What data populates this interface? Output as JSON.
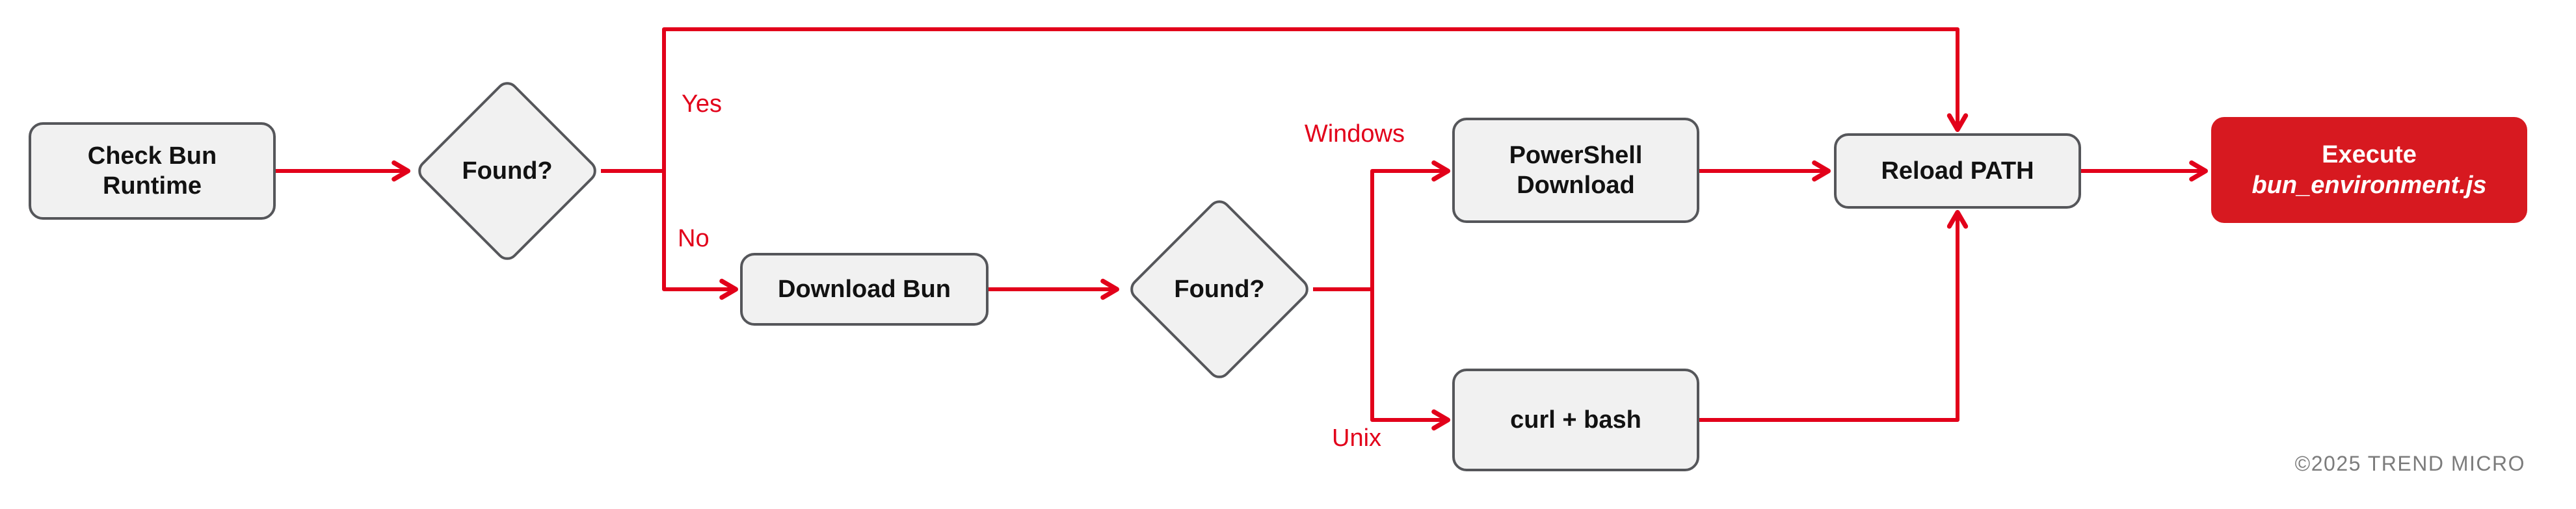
{
  "flowchart": {
    "nodes": {
      "check_bun_runtime": {
        "line1": "Check Bun",
        "line2": "Runtime"
      },
      "found_1": {
        "label": "Found?"
      },
      "download_bun": {
        "label": "Download Bun"
      },
      "found_2": {
        "label": "Found?"
      },
      "powershell_download": {
        "line1": "PowerShell",
        "line2": "Download"
      },
      "curl_bash": {
        "label": "curl + bash"
      },
      "reload_path": {
        "label": "Reload PATH"
      },
      "execute": {
        "line1": "Execute",
        "line2": "bun_environment.js"
      }
    },
    "edge_labels": {
      "yes": "Yes",
      "no": "No",
      "windows": "Windows",
      "unix": "Unix"
    },
    "footer": {
      "copyright": "©2025 TREND MICRO"
    },
    "colors": {
      "arrow_red": "#e2001a",
      "accent_red": "#d71920",
      "accent_text": "#ffffff",
      "node_fill": "#f1f1f1",
      "node_border": "#55565a",
      "node_text": "#121212",
      "watermark_gray": "#7c7c7c"
    }
  }
}
